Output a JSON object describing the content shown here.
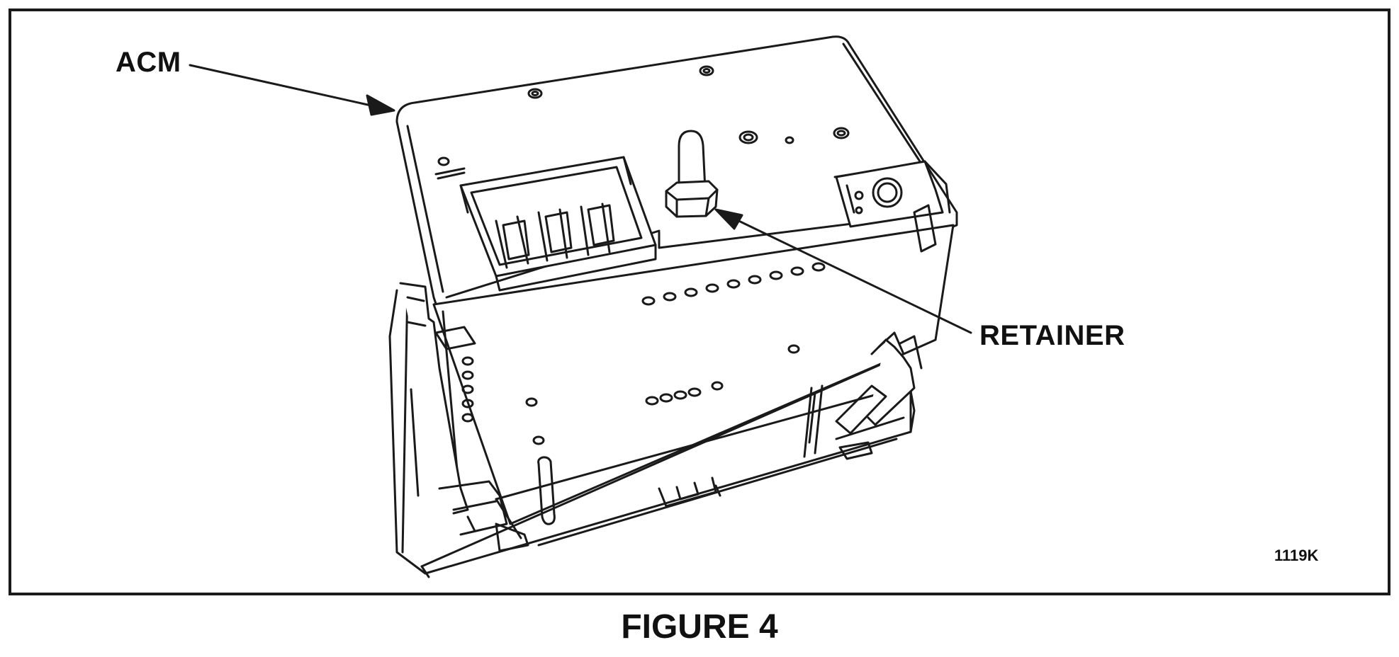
{
  "labels": {
    "acm": "ACM",
    "retainer": "RETAINER",
    "figure_code": "1119K"
  },
  "caption": "FIGURE 4",
  "colors": {
    "line": "#1a1a1a",
    "background": "#ffffff"
  }
}
